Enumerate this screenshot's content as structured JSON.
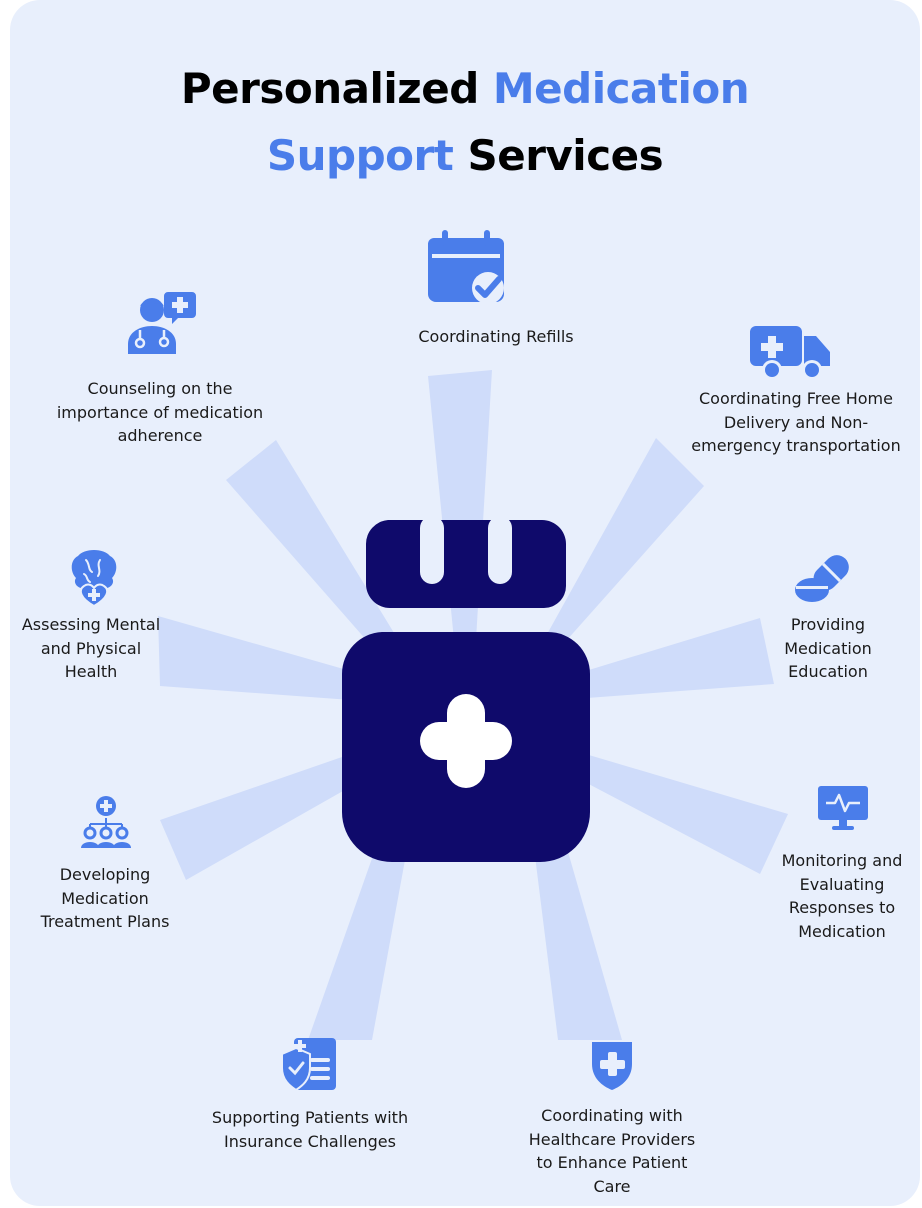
{
  "colors": {
    "background": "#e8effc",
    "accent": "#4a7dea",
    "ray": "#cfdcfa",
    "bottle": "#0f0a6b"
  },
  "title": {
    "line1_black": "Personalized",
    "line1_accent": "Medication",
    "line2_accent": "Support",
    "line2_black": "Services"
  },
  "services": [
    {
      "icon": "calendar-check-icon",
      "label": "Coordinating Refills"
    },
    {
      "icon": "ambulance-icon",
      "label": "Coordinating Free Home\nDelivery and Non-\nemergency transportation"
    },
    {
      "icon": "pills-icon",
      "label": "Providing\nMedication\nEducation"
    },
    {
      "icon": "heart-monitor-icon",
      "label": "Monitoring and\nEvaluating\nResponses to\nMedication"
    },
    {
      "icon": "medical-shield-icon",
      "label": "Coordinating with\nHealthcare Providers\nto Enhance Patient\nCare"
    },
    {
      "icon": "insurance-document-icon",
      "label": "Supporting Patients with\nInsurance Challenges"
    },
    {
      "icon": "medical-team-icon",
      "label": "Developing\nMedication\nTreatment Plans"
    },
    {
      "icon": "brain-heart-icon",
      "label": "Assessing Mental\nand Physical\nHealth"
    },
    {
      "icon": "doctor-counseling-icon",
      "label": "Counseling on the\nimportance of medication\nadherence"
    }
  ],
  "center_icon": "medicine-bottle-icon"
}
